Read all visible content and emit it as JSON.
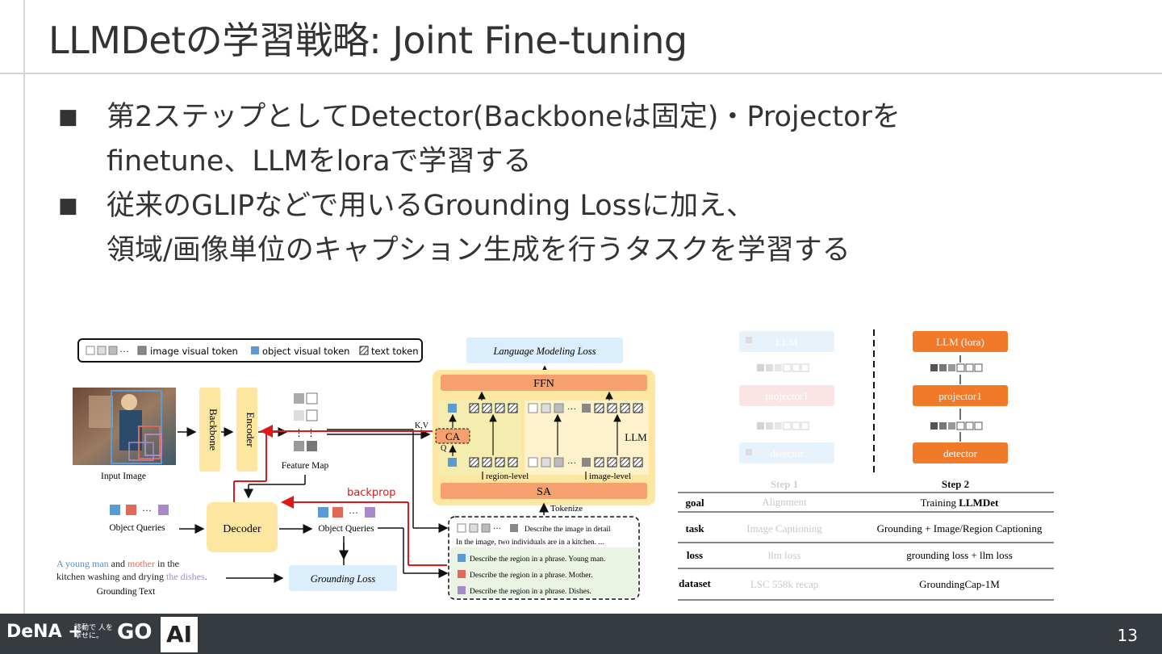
{
  "title": "LLMDetの学習戦略: Joint Fine-tuning",
  "bullets": [
    {
      "marker": "■",
      "lines": [
        "第2ステップとしてDetector(Backboneは固定)・Projectorを",
        "finetune、LLMをloraで学習する"
      ]
    },
    {
      "marker": "■",
      "lines": [
        "従来のGLIPなどで用いるGrounding Lossに加え、",
        "領域/画像単位のキャプション生成を行うタスクを学習する"
      ]
    }
  ],
  "diagram": {
    "legend": {
      "image_token": "image visual token",
      "object_token": "object visual token",
      "text_token": "text token",
      "ellipsis": "···"
    },
    "input_image_label": "Input Image",
    "backbone": "Backbone",
    "encoder": "Encoder",
    "feature_map": "Feature Map",
    "feature_dots": "⋮ ⋮",
    "decoder": "Decoder",
    "object_queries_left": "Object Queries",
    "object_queries_right": "Object Queries",
    "ellipsis": "···",
    "grounding_text_parts": [
      {
        "text": "A young man",
        "color": "#4a90d9"
      },
      {
        "text": " and ",
        "color": "#222222"
      },
      {
        "text": "mother",
        "color": "#e06a5a"
      },
      {
        "text": " in the",
        "color": "#222222"
      }
    ],
    "grounding_text_line2_pre": "kitchen washing and drying ",
    "grounding_text_line2_hl": "the dishes",
    "grounding_text_line2_post": ".",
    "grounding_text_label": "Grounding Text",
    "grounding_loss": "Grounding Loss",
    "lm_loss": "Language Modeling Loss",
    "ffn": "FFN",
    "sa": "SA",
    "ca": "CA",
    "kv": "K,V",
    "q": "Q",
    "llm": "LLM",
    "region_level": "region-level",
    "image_level": "image-level",
    "tokenize": "Tokenize",
    "backprop": "backprop",
    "prompts": {
      "p1": "Describe the image in detail",
      "p1_answer": "In the image, two individuals are in a kitchen. ...",
      "p2": "Describe the region in a phrase. Young man.",
      "p3": "Describe the region in a phrase. Mother.",
      "p4": "Describe the region in a phrase. Dishes."
    }
  },
  "stages": {
    "step1": {
      "llm": "LLM",
      "projector": "projector1",
      "detector": "detector",
      "label": "Step 1"
    },
    "step2": {
      "llm": "LLM (lora)",
      "projector": "projector1",
      "detector": "detector",
      "label": "Step 2"
    }
  },
  "table": {
    "rows": [
      {
        "key": "goal",
        "step1": "Alignment",
        "step2_pre": "Training ",
        "step2_bold": "LLMDet"
      },
      {
        "key": "task",
        "step1": "Image Captioning",
        "step2_pre": "Grounding + Image/Region Captioning",
        "step2_bold": ""
      },
      {
        "key": "loss",
        "step1": "llm loss",
        "step2_pre": "grounding loss + llm loss",
        "step2_bold": ""
      },
      {
        "key": "dataset",
        "step1": "LSC 558k recap",
        "step2_pre": "GroundingCap-1M",
        "step2_bold": ""
      }
    ]
  },
  "footer": {
    "logo": "DeNA",
    "plus": "+",
    "small_text": "移動で 人を幸せに。",
    "go": "GO",
    "ai": "AI",
    "page": "13"
  },
  "colors": {
    "orange": "#f07a2a",
    "light_blue": "#dbeefb",
    "yellow_block": "#fde6a0",
    "salmon_bar": "#f5a06d",
    "backprop_red": "#e01818",
    "footer_bg": "#363b40"
  }
}
